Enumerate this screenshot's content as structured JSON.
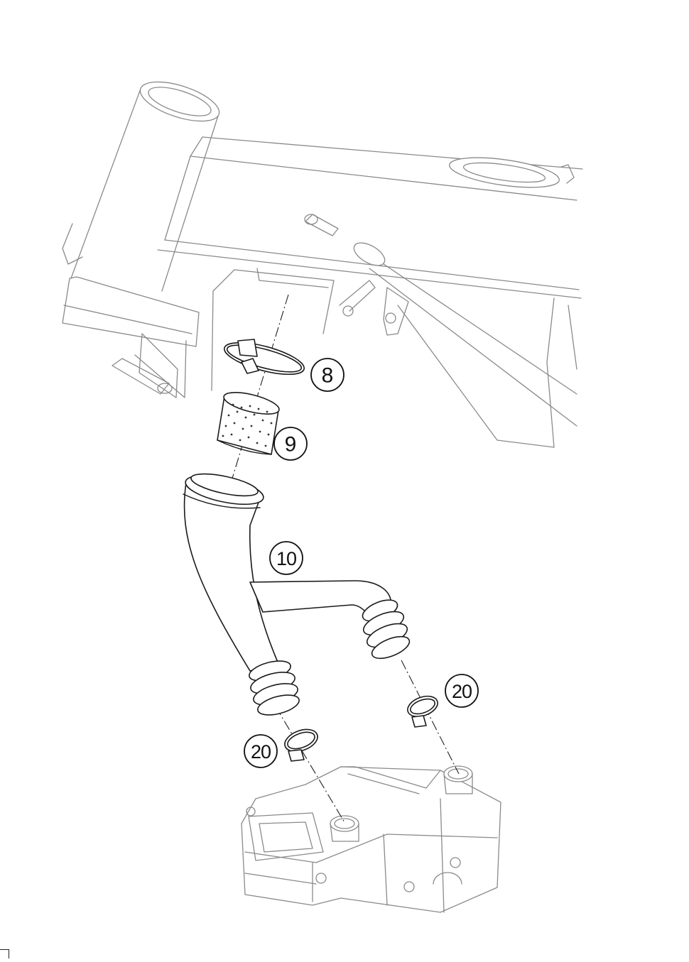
{
  "diagram": {
    "callouts": [
      {
        "id": "c8",
        "label": "8"
      },
      {
        "id": "c9",
        "label": "9"
      },
      {
        "id": "c10",
        "label": "10"
      },
      {
        "id": "c20a",
        "label": "20"
      },
      {
        "id": "c20b",
        "label": "20"
      }
    ],
    "footer_code": "",
    "colors": {
      "line": "#1a1a1a",
      "ghost": "#8a8a8a",
      "background": "#ffffff"
    }
  }
}
